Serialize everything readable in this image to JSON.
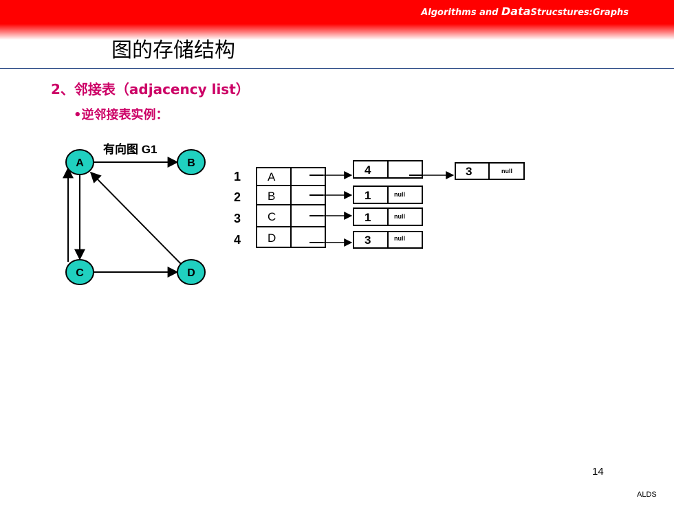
{
  "header": {
    "course_a": "Algorithms and ",
    "course_b": "Data",
    "course_c": "Strucstures:Graphs"
  },
  "slide": {
    "title": "图的存储结构",
    "heading": "2、邻接表（adjacency list）",
    "bullet": "•逆邻接表实例："
  },
  "graph": {
    "label": "有向图 G1",
    "nodes": [
      "A",
      "B",
      "C",
      "D"
    ],
    "node_color": "#20d0c0"
  },
  "table": {
    "indices": [
      "1",
      "2",
      "3",
      "4"
    ],
    "vertices": [
      "A",
      "B",
      "C",
      "D"
    ]
  },
  "lists": {
    "row1_node1": "4",
    "row1_node2": "3",
    "row1_null": "null",
    "row2_node": "1",
    "row2_null": "null",
    "row3_node": "1",
    "row3_null": "null",
    "row4_node": "3",
    "row4_null": "null"
  },
  "footer": {
    "page": "14",
    "label": "ALDS"
  }
}
